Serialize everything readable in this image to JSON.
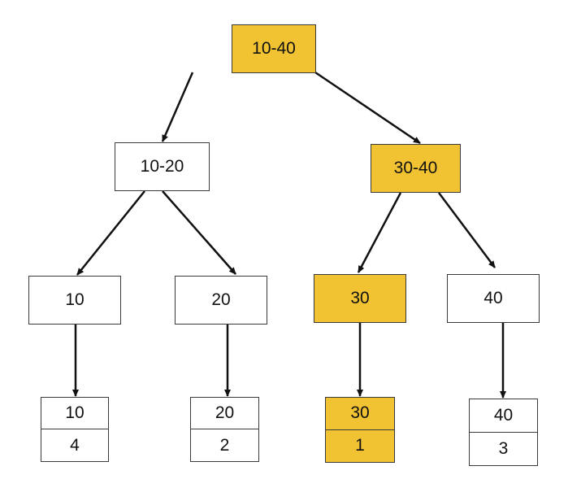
{
  "colors": {
    "highlight": "#f1c232",
    "node_fill": "#ffffff",
    "edge": "#111111"
  },
  "tree": {
    "root": {
      "label": "10-40",
      "highlighted": true
    },
    "level1": [
      {
        "label": "10-20",
        "highlighted": false
      },
      {
        "label": "30-40",
        "highlighted": true
      }
    ],
    "level2": [
      {
        "label": "10",
        "highlighted": false
      },
      {
        "label": "20",
        "highlighted": false
      },
      {
        "label": "30",
        "highlighted": true
      },
      {
        "label": "40",
        "highlighted": false
      }
    ],
    "leaves": [
      {
        "key": "10",
        "value": "4",
        "highlighted": false
      },
      {
        "key": "20",
        "value": "2",
        "highlighted": false
      },
      {
        "key": "30",
        "value": "1",
        "highlighted": true
      },
      {
        "key": "40",
        "value": "3",
        "highlighted": false
      }
    ]
  }
}
